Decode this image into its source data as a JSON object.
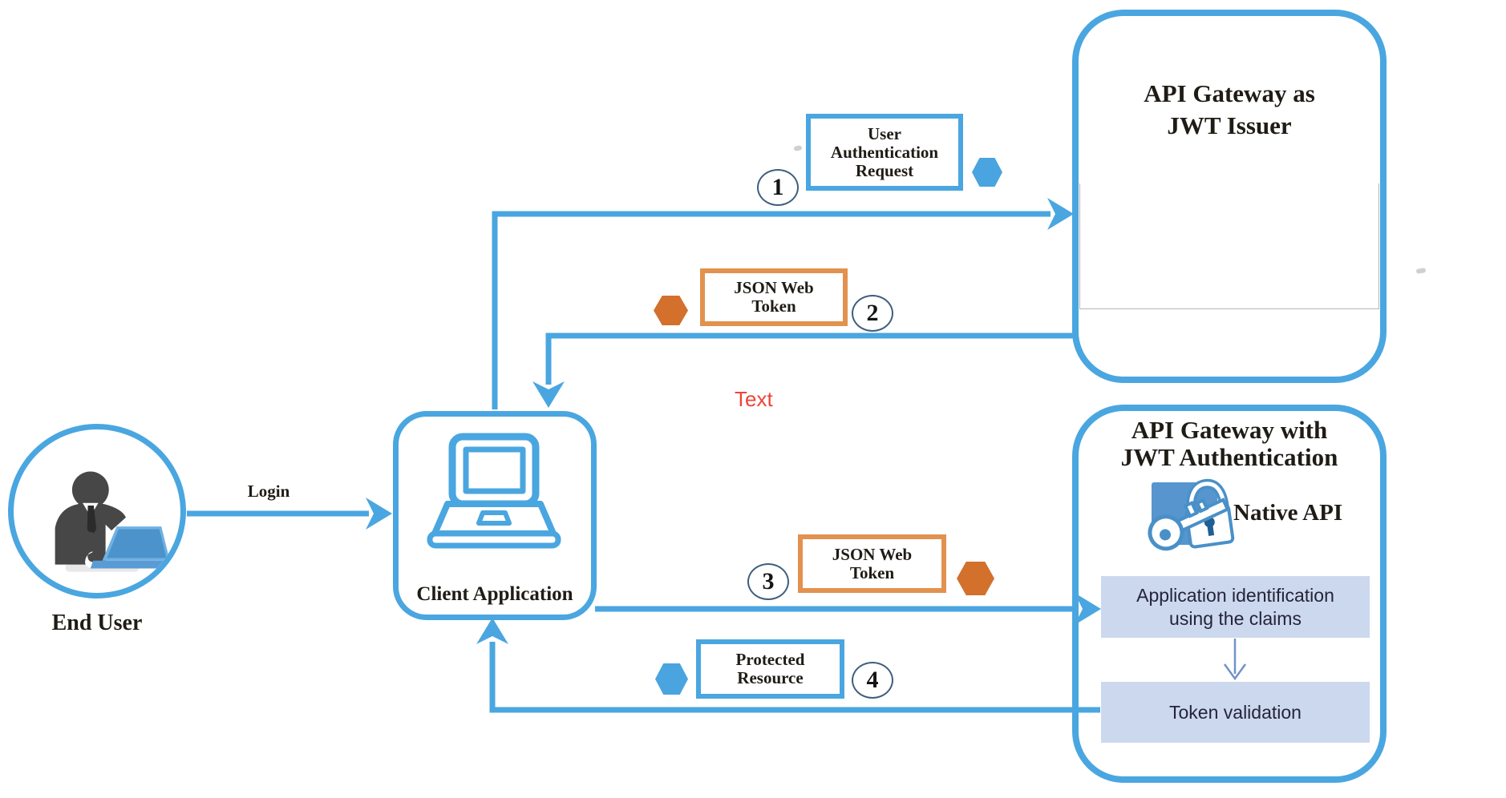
{
  "end_user": {
    "label": "End User"
  },
  "client_app": {
    "label": "Client Application"
  },
  "login": {
    "label": "Login"
  },
  "issuer": {
    "title": [
      "API Gateway as",
      "JWT Issuer"
    ]
  },
  "auth_gateway": {
    "title": [
      "API Gateway with",
      "JWT Authentication"
    ],
    "native_api": "Native API",
    "app_identification": [
      "Application identification",
      "using the claims"
    ],
    "token_validation": "Token validation"
  },
  "flows": [
    {
      "number": "1",
      "label": [
        "User",
        "Authentication",
        "Request"
      ]
    },
    {
      "number": "2",
      "label": [
        "JSON Web",
        "Token"
      ]
    },
    {
      "number": "3",
      "label": [
        "JSON Web",
        "Token"
      ]
    },
    {
      "number": "4",
      "label": [
        "Protected",
        "Resource"
      ]
    }
  ],
  "annotation": {
    "text": "Text"
  },
  "colors": {
    "line_blue": "#4aa6e0",
    "hexagon_blue": "#49a4e0",
    "hexagon_orange": "#d2702c",
    "orange_box_border": "#e2924f",
    "process_fill": "#ccd8ed",
    "annotation_red": "#ee4438"
  }
}
